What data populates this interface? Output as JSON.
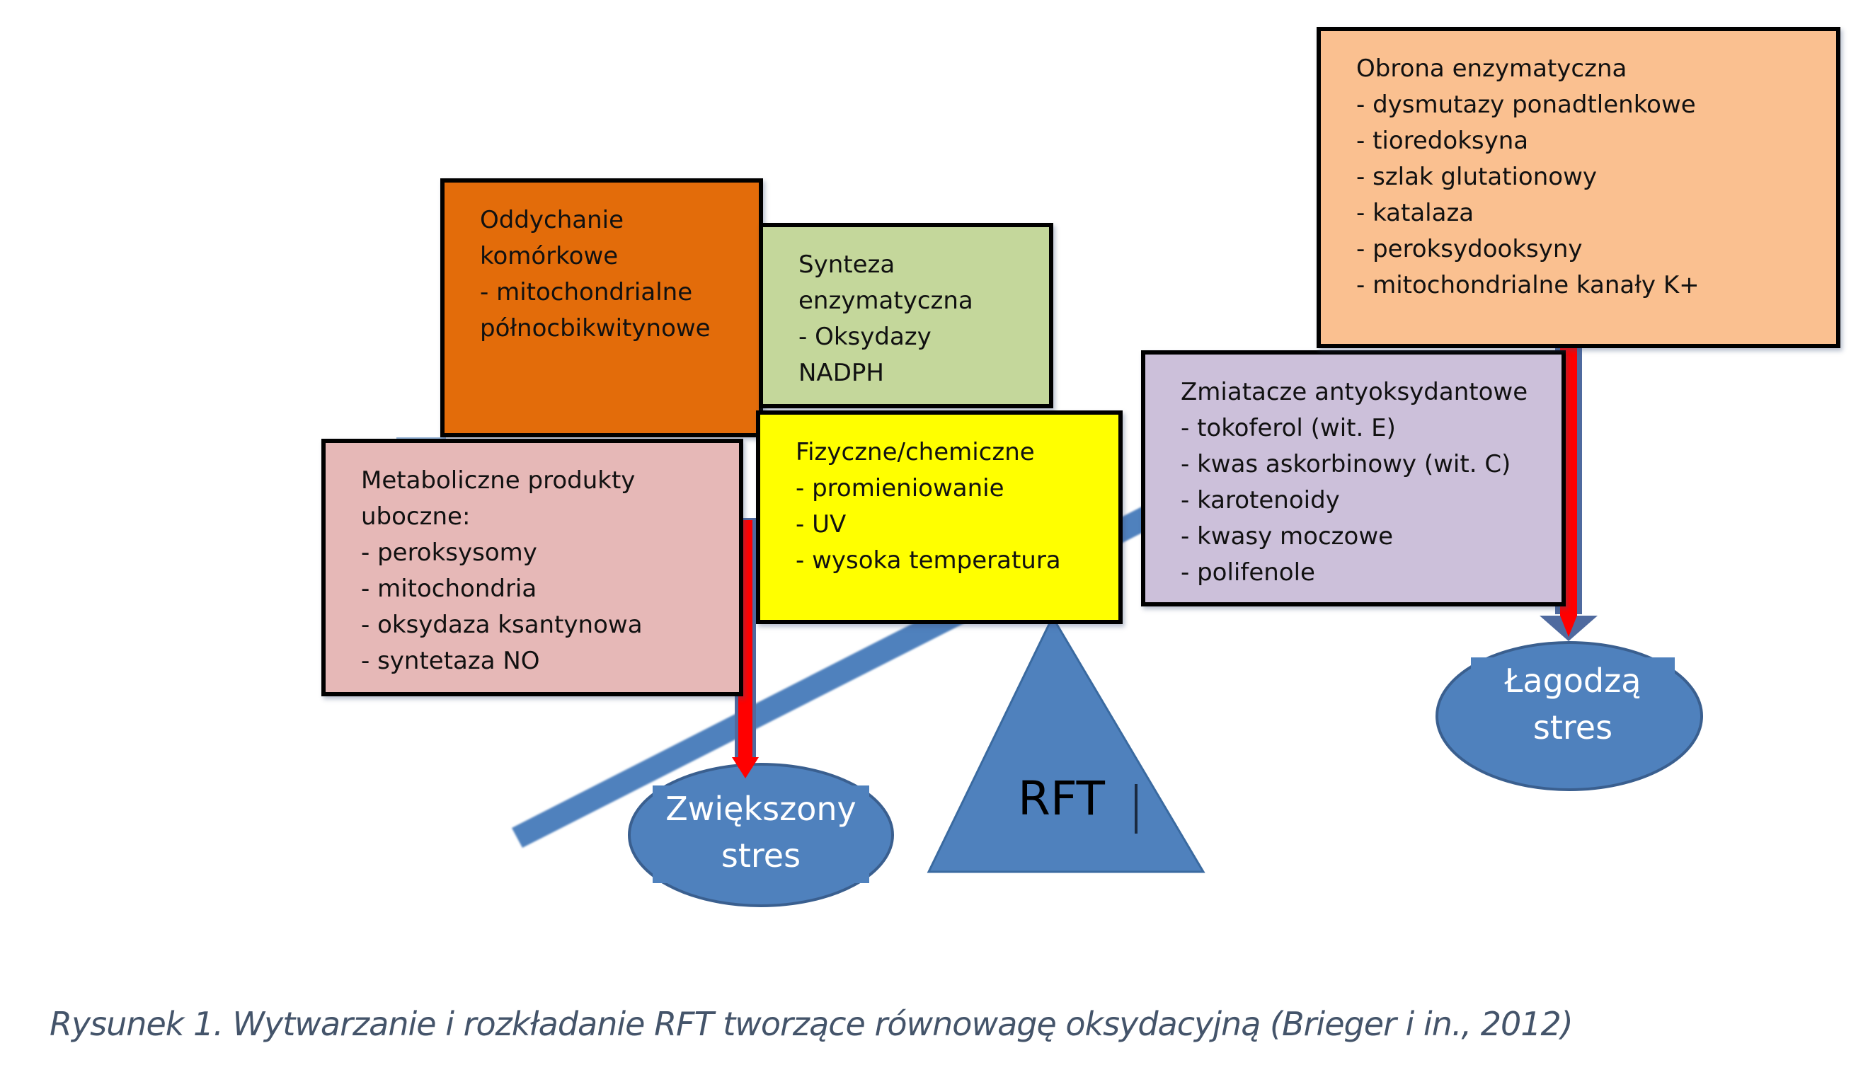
{
  "figure": {
    "caption": "Rysunek 1. Wytwarzanie i rozkładanie RFT tworzące równowagę oksydacyjną (Brieger i in., 2012)",
    "fulcrum_label": "RFT",
    "left_pan_label": [
      "Zwiększony",
      "stres"
    ],
    "right_pan_label": [
      "Łagodzą",
      "stres"
    ],
    "colors": {
      "beam": "#4f81bd",
      "arrow": "#ff0000",
      "orange": "#e36c0a",
      "green": "#c4d79b",
      "pink": "#e6b8b7",
      "yellow": "#ffff00",
      "purple": "#ccc0da",
      "peach": "#fac090",
      "caption": "#44546a"
    }
  },
  "boxes": {
    "oddychanie": {
      "lines": [
        "Oddychanie",
        "komórkowe",
        "- mitochondrialne",
        "północbikwitynowe"
      ]
    },
    "synteza": {
      "lines": [
        "Synteza",
        "enzymatyczna",
        "- Oksydazy",
        "NADPH"
      ]
    },
    "metaboliczne": {
      "lines": [
        "Metaboliczne produkty",
        "uboczne:",
        "- peroksysomy",
        "- mitochondria",
        "- oksydaza ksantynowa",
        "- syntetaza NO"
      ]
    },
    "fizyczne": {
      "lines": [
        "Fizyczne/chemiczne",
        "- promieniowanie",
        "- UV",
        "- wysoka temperatura"
      ]
    },
    "zmiatacze": {
      "lines": [
        "Zmiatacze antyoksydantowe",
        "- tokoferol (wit. E)",
        "- kwas askorbinowy (wit. C)",
        "- karotenoidy",
        "- kwasy moczowe",
        "- polifenole"
      ]
    },
    "obrona": {
      "lines": [
        "Obrona enzymatyczna",
        "- dysmutazy ponadtlenkowe",
        "- tioredoksyna",
        "- szlak glutationowy",
        "- katalaza",
        "- peroksydooksyny",
        "- mitochondrialne kanały K+"
      ]
    }
  }
}
